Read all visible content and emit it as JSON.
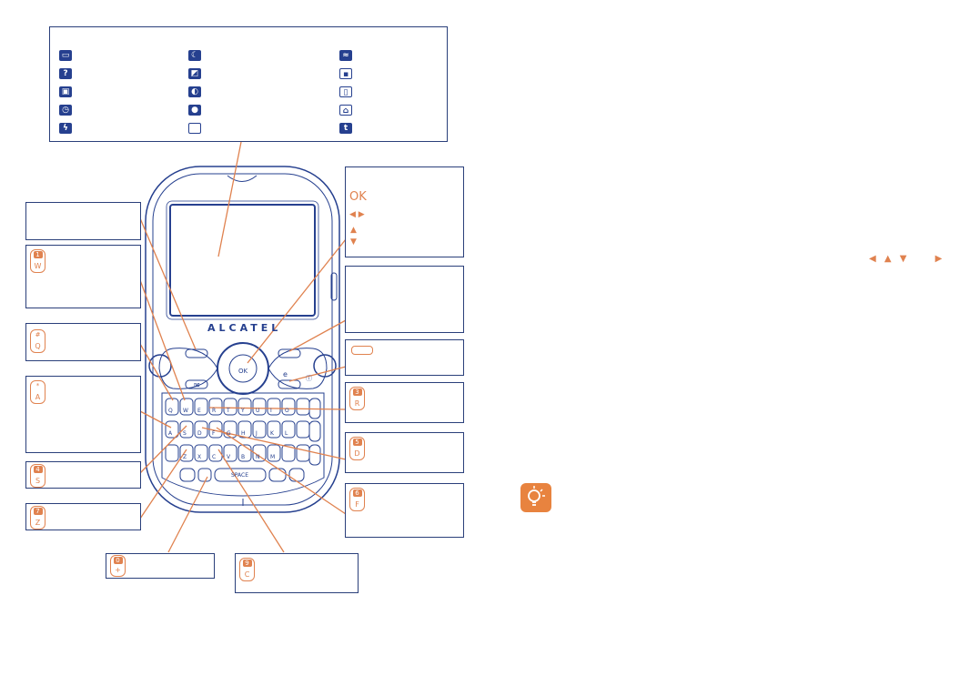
{
  "phone": {
    "brand": "ALCATEL",
    "ok_label": "OK"
  },
  "keys": {
    "row1": [
      "Q",
      "W",
      "E",
      "R",
      "T",
      "Y",
      "U",
      "I",
      "O"
    ],
    "row2": [
      "A",
      "S",
      "D",
      "F",
      "G",
      "H",
      "J",
      "K",
      "L"
    ],
    "row3": [
      "Z",
      "X",
      "C",
      "V",
      "B",
      "N",
      "M"
    ],
    "space_label": "SPACE"
  },
  "callouts": {
    "w_key": "W",
    "q_key": "Q",
    "a_key": "A",
    "s_key": "S",
    "z_key": "Z",
    "r_key": "R",
    "d_key": "D",
    "f_key": "F",
    "c_key": "C"
  },
  "colors": {
    "accent": "#e0824f",
    "outline": "#26408f"
  }
}
